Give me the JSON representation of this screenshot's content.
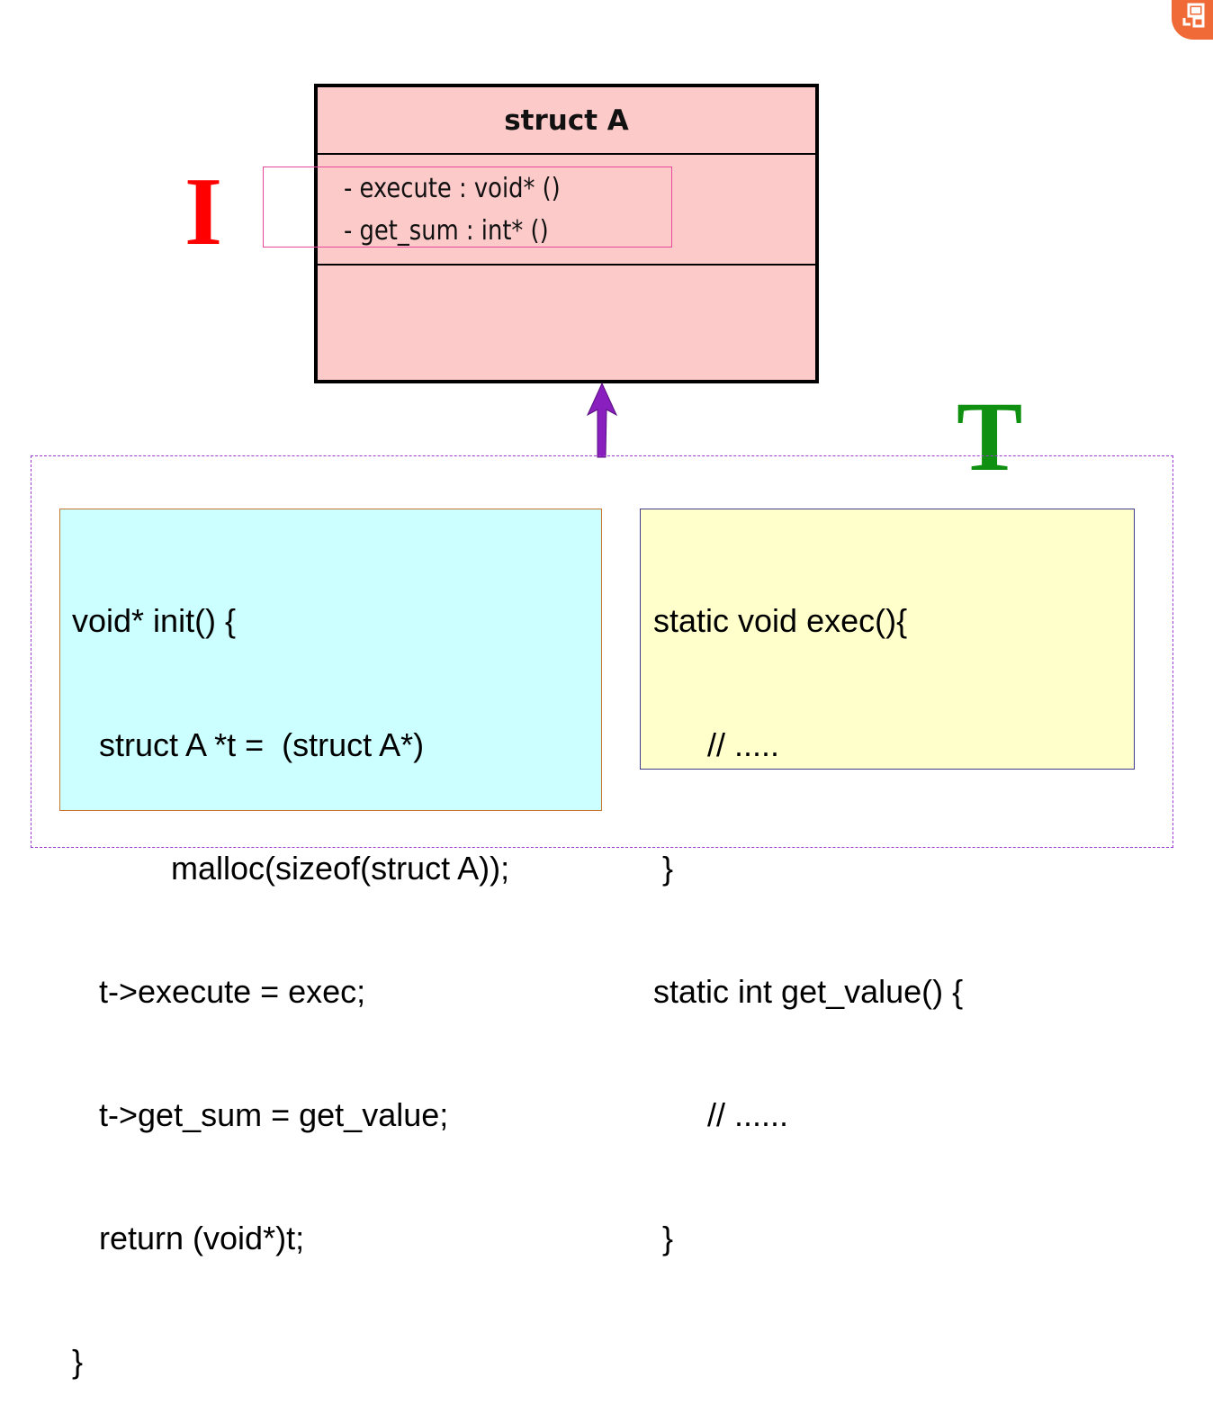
{
  "uml_class": {
    "name": "struct A",
    "attributes": [
      "- execute : void* ()",
      "- get_sum : int* ()"
    ],
    "fill_color": "#fdcaca"
  },
  "labels": {
    "i_label": "I",
    "t_label": "T"
  },
  "code": {
    "init_function": [
      "void* init() {",
      "   struct A *t =  (struct A*)",
      "           malloc(sizeof(struct A));",
      "   t->execute = exec;",
      "   t->get_sum = get_value;",
      "   return (void*)t;",
      "}"
    ],
    "static_functions": [
      "static void exec(){",
      "      // .....",
      " }",
      "static int get_value() {",
      "      // ......",
      " }"
    ]
  },
  "colors": {
    "i_color": "#ff0000",
    "t_color": "#109010",
    "arrow_color": "#8a1fc0",
    "highlight_color": "#e8489a",
    "left_box_fill": "#ccffff",
    "right_box_fill": "#ffffcc",
    "container_border": "#9a3ad0",
    "badge_color": "#ef6a36"
  },
  "icons": {
    "corner_badge": "translate-icon"
  }
}
